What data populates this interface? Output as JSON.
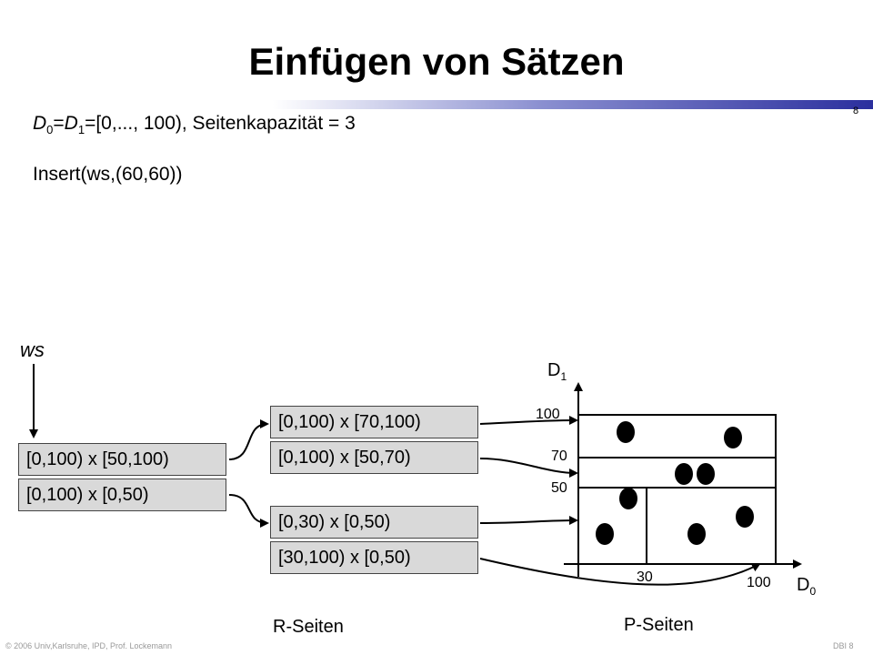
{
  "title": "Einfügen von Sätzen",
  "slide_number": "8",
  "header": {
    "d0_prefix": "D",
    "d0_sub": "0",
    "eq1": "=",
    "d1_prefix": "D",
    "d1_sub": "1",
    "rest": "=[0,..., 100), Seitenkapazität = 3"
  },
  "insert_line": "Insert(ws,(60,60))",
  "ws_label": "ws",
  "root_node": {
    "entries": [
      "[0,100) x [50,100)",
      "[0,100) x [0,50)"
    ]
  },
  "upper_node": {
    "entries": [
      "[0,100) x [70,100)",
      "[0,100) x [50,70)"
    ]
  },
  "lower_node": {
    "entries": [
      "[0,30) x [0,50)",
      "[30,100) x [0,50)"
    ]
  },
  "axes": {
    "y_label": "D",
    "y_sub": "1",
    "x_label": "D",
    "x_sub": "0",
    "y_ticks": [
      "100",
      "70",
      "50"
    ],
    "x_ticks": [
      "30",
      "100"
    ]
  },
  "captions": {
    "r_pages": "R-Seiten",
    "p_pages": "P-Seiten"
  },
  "footer": {
    "left": "© 2006 Univ,Karlsruhe, IPD, Prof. Lockemann",
    "right": "DBI 8"
  },
  "colors": {
    "box_fill": "#d9d9d9",
    "rule_dark": "#2b2f9e"
  }
}
